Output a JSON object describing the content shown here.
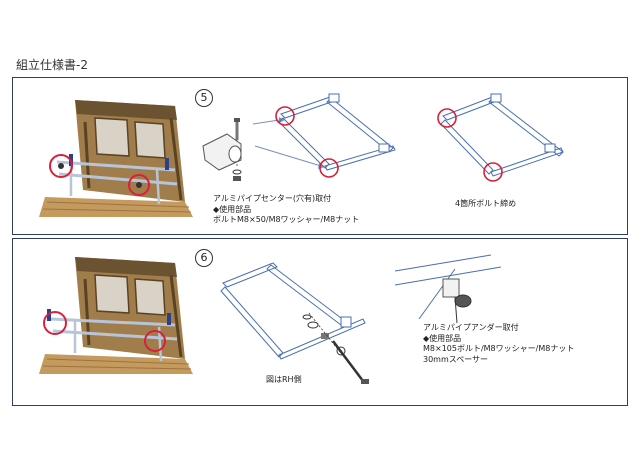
{
  "page": {
    "title": "組立仕様書-2"
  },
  "step5": {
    "number": "5",
    "note_lines": [
      "アルミパイプセンター(穴有)取付",
      "◆使用部品",
      "ボルトM8×50/M8ワッシャー/M8ナット"
    ],
    "caption": "4箇所ボルト締め"
  },
  "step6": {
    "number": "6",
    "caption": "図はRH側",
    "note_lines": [
      "アルミパイプアンダー取付",
      "◆使用部品",
      "M8×105ボルト/M8ワッシャー/M8ナット",
      "30mmスペーサー"
    ]
  },
  "colors": {
    "frame": "#2f3e5c",
    "highlight": "#d8203a",
    "pipe": "#4a6fb0",
    "truck": "#8a6a3a"
  }
}
